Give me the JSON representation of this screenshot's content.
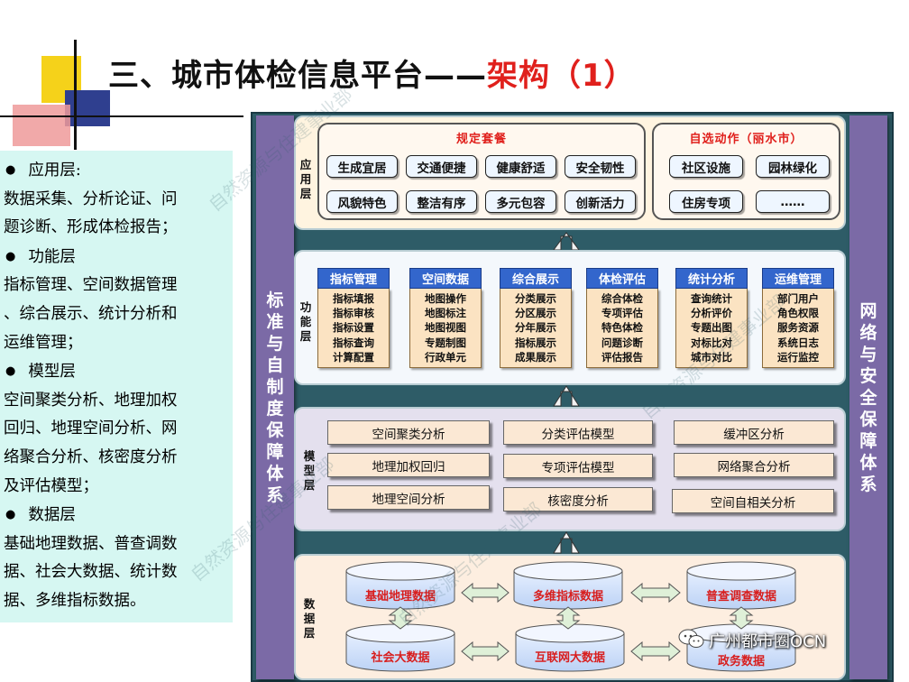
{
  "title": {
    "main": "三、城市体检信息平台——",
    "highlight": "架构（1）"
  },
  "left_panel": {
    "app_heading": "应用层:",
    "app_desc_1": "数据采集、分析论证、问",
    "app_desc_2": "题诊断、形成体检报告；",
    "func_heading": "功能层",
    "func_desc_1": "指标管理、空间数据管理",
    "func_desc_2": "、综合展示、统计分析和",
    "func_desc_3": "运维管理；",
    "model_heading": "模型层",
    "model_desc_1": "空间聚类分析、地理加权",
    "model_desc_2": "回归、地理空间分析、网",
    "model_desc_3": "络聚合分析、核密度分析",
    "model_desc_4": "及评估模型；",
    "data_heading": "数据层",
    "data_desc_1": "基础地理数据、普查调数",
    "data_desc_2": "据、社会大数据、统计数",
    "data_desc_3": "据、多维指标数据。"
  },
  "sidebars": {
    "left": [
      "标",
      "准",
      "与",
      "自",
      "制",
      "度",
      "保",
      "障",
      "体",
      "系"
    ],
    "right": [
      "网",
      "络",
      "与",
      "安",
      "全",
      "保",
      "障",
      "体",
      "系"
    ]
  },
  "layers": {
    "app": [
      "应",
      "用",
      "层"
    ],
    "func": [
      "功",
      "能",
      "层"
    ],
    "model": [
      "模",
      "型",
      "层"
    ],
    "data": [
      "数",
      "据",
      "层"
    ]
  },
  "app_layer": {
    "fixed": {
      "title": "规定套餐",
      "items": [
        "生成宜居",
        "交通便捷",
        "健康舒适",
        "安全韧性",
        "风貌特色",
        "整洁有序",
        "多元包容",
        "创新活力"
      ]
    },
    "optional": {
      "title": "自选动作（丽水市）",
      "items": [
        "社区设施",
        "园林绿化",
        "住房专项",
        "……"
      ]
    }
  },
  "func_layer": {
    "modules": [
      {
        "title": "指标管理",
        "items": [
          "指标填报",
          "指标审核",
          "指标设置",
          "指标查询",
          "计算配置"
        ]
      },
      {
        "title": "空间数据",
        "items": [
          "地图操作",
          "地图标注",
          "地图视图",
          "专题制图",
          "行政单元"
        ]
      },
      {
        "title": "综合展示",
        "items": [
          "分类展示",
          "分区展示",
          "分年展示",
          "指标展示",
          "成果展示"
        ]
      },
      {
        "title": "体检评估",
        "items": [
          "综合体检",
          "专项评估",
          "特色体检",
          "问题诊断",
          "评估报告"
        ]
      },
      {
        "title": "统计分析",
        "items": [
          "查询统计",
          "分析评价",
          "专题出图",
          "对标比对",
          "城市对比"
        ]
      },
      {
        "title": "运维管理",
        "items": [
          "部门用户",
          "角色权限",
          "服务资源",
          "系统日志",
          "运行监控"
        ]
      }
    ]
  },
  "model_layer": {
    "items": [
      "空间聚类分析",
      "分类评估模型",
      "缓冲区分析",
      "地理加权回归",
      "专项评估模型",
      "网络聚合分析",
      "地理空间分析",
      "核密度分析",
      "空间自相关分析"
    ]
  },
  "data_layer": {
    "items": [
      "基础地理数据",
      "多维指标数据",
      "普查调查数据",
      "社会大数据",
      "互联网大数据",
      "政务数据"
    ]
  },
  "watermark": {
    "org": "自然资源与住建事业部",
    "brand": "广州都市圈OCN"
  },
  "colors": {
    "title_accent": "#e0201c",
    "frame": "#2e5c67",
    "sidebar": "#7b6aa6",
    "module_header": "#3366cc",
    "module_body": "#fbe3c2",
    "database": "#cfe0fb"
  }
}
